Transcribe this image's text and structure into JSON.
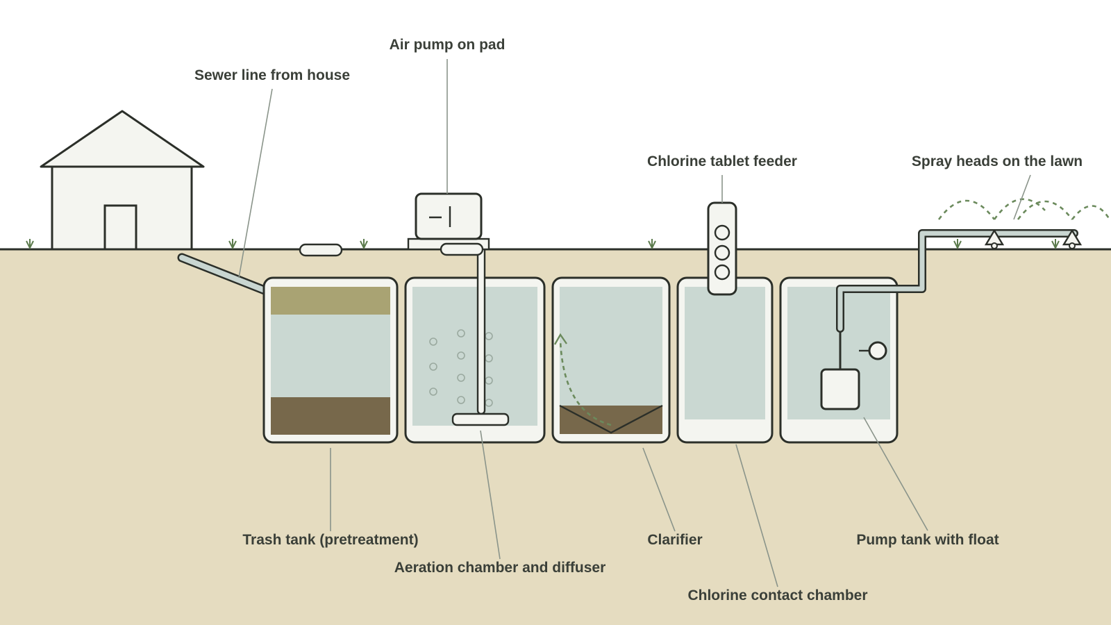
{
  "labels": {
    "sewer_line": "Sewer line from house",
    "air_pump": "Air pump on pad",
    "chlorine_feeder": "Chlorine tablet feeder",
    "spray_heads": "Spray heads on the lawn",
    "trash_tank": "Trash tank (pretreatment)",
    "aeration_chamber": "Aeration chamber and diffuser",
    "clarifier": "Clarifier",
    "chlorine_contact": "Chlorine contact chamber",
    "pump_tank": "Pump tank with float"
  },
  "colors": {
    "soil": "#e5dcc0",
    "water": "#cad8d2",
    "scum": "#a9a373",
    "sludge": "#77684b",
    "tank_fill": "#f4f5f0",
    "outline": "#2b2f29",
    "grass": "#5b7a4c",
    "pipe": "#c9d6d1",
    "leader": "#8a948a"
  },
  "icons": {
    "house": "house-icon",
    "air_pump": "air-pump-icon",
    "feeder": "chlorine-feeder-icon",
    "sprinkler": "sprinkler-icon",
    "float": "float-switch-icon",
    "pump": "pump-icon",
    "diffuser": "diffuser-icon",
    "grass": "grass-tuft-icon"
  }
}
